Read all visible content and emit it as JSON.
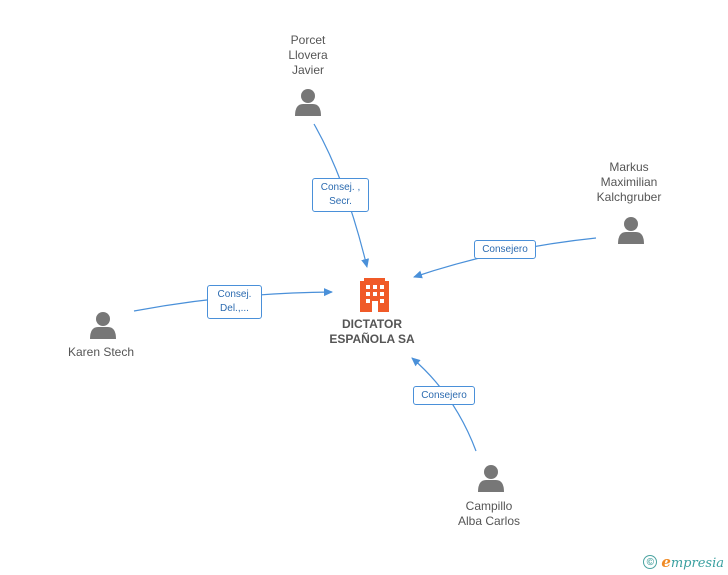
{
  "company": {
    "name_line1": "DICTATOR",
    "name_line2": "ESPAÑOLA SA",
    "icon": "building-icon",
    "color": "#f05a28"
  },
  "people": [
    {
      "id": "porcet",
      "name": "Porcet\nLlovera\nJavier",
      "icon": "person-icon"
    },
    {
      "id": "markus",
      "name": "Markus\nMaximilian\nKalchgruber",
      "icon": "person-icon"
    },
    {
      "id": "karen",
      "name": "Karen Stech",
      "icon": "person-icon"
    },
    {
      "id": "campillo",
      "name": "Campillo\nAlba Carlos",
      "icon": "person-icon"
    }
  ],
  "relations": [
    {
      "from": "porcet",
      "line1": "Consej. ,",
      "line2": "Secr."
    },
    {
      "from": "markus",
      "line1": "Consejero",
      "line2": ""
    },
    {
      "from": "karen",
      "line1": "Consej.",
      "line2": "Del.,..."
    },
    {
      "from": "campillo",
      "line1": "Consejero",
      "line2": ""
    }
  ],
  "colors": {
    "edge": "#4a90d9",
    "person": "#777777"
  },
  "footer": {
    "copyright_symbol": "©",
    "brand_initial": "e",
    "brand_rest": "mpresia"
  }
}
